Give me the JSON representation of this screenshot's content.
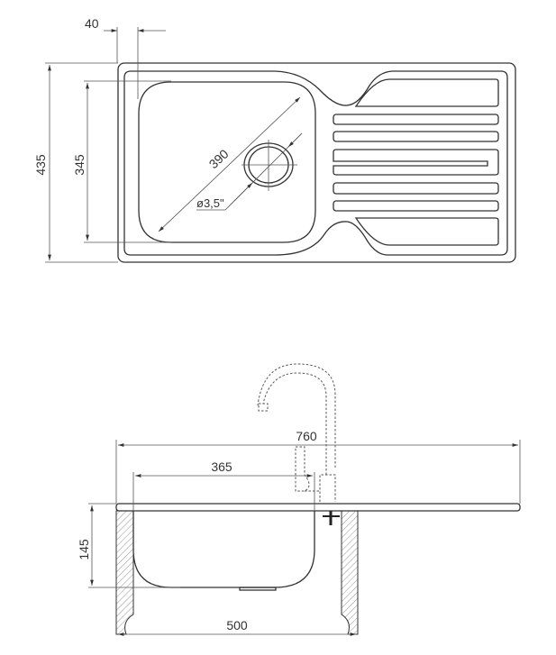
{
  "top_view": {
    "dimensions": {
      "overall_depth": "435",
      "bowl_depth": "345",
      "rim_offset": "40",
      "bowl_diagonal": "390",
      "drain_diameter": "ø3,5\""
    }
  },
  "side_view": {
    "dimensions": {
      "overall_width": "760",
      "bowl_width": "365",
      "bowl_height": "145",
      "cabinet_width": "500"
    }
  }
}
